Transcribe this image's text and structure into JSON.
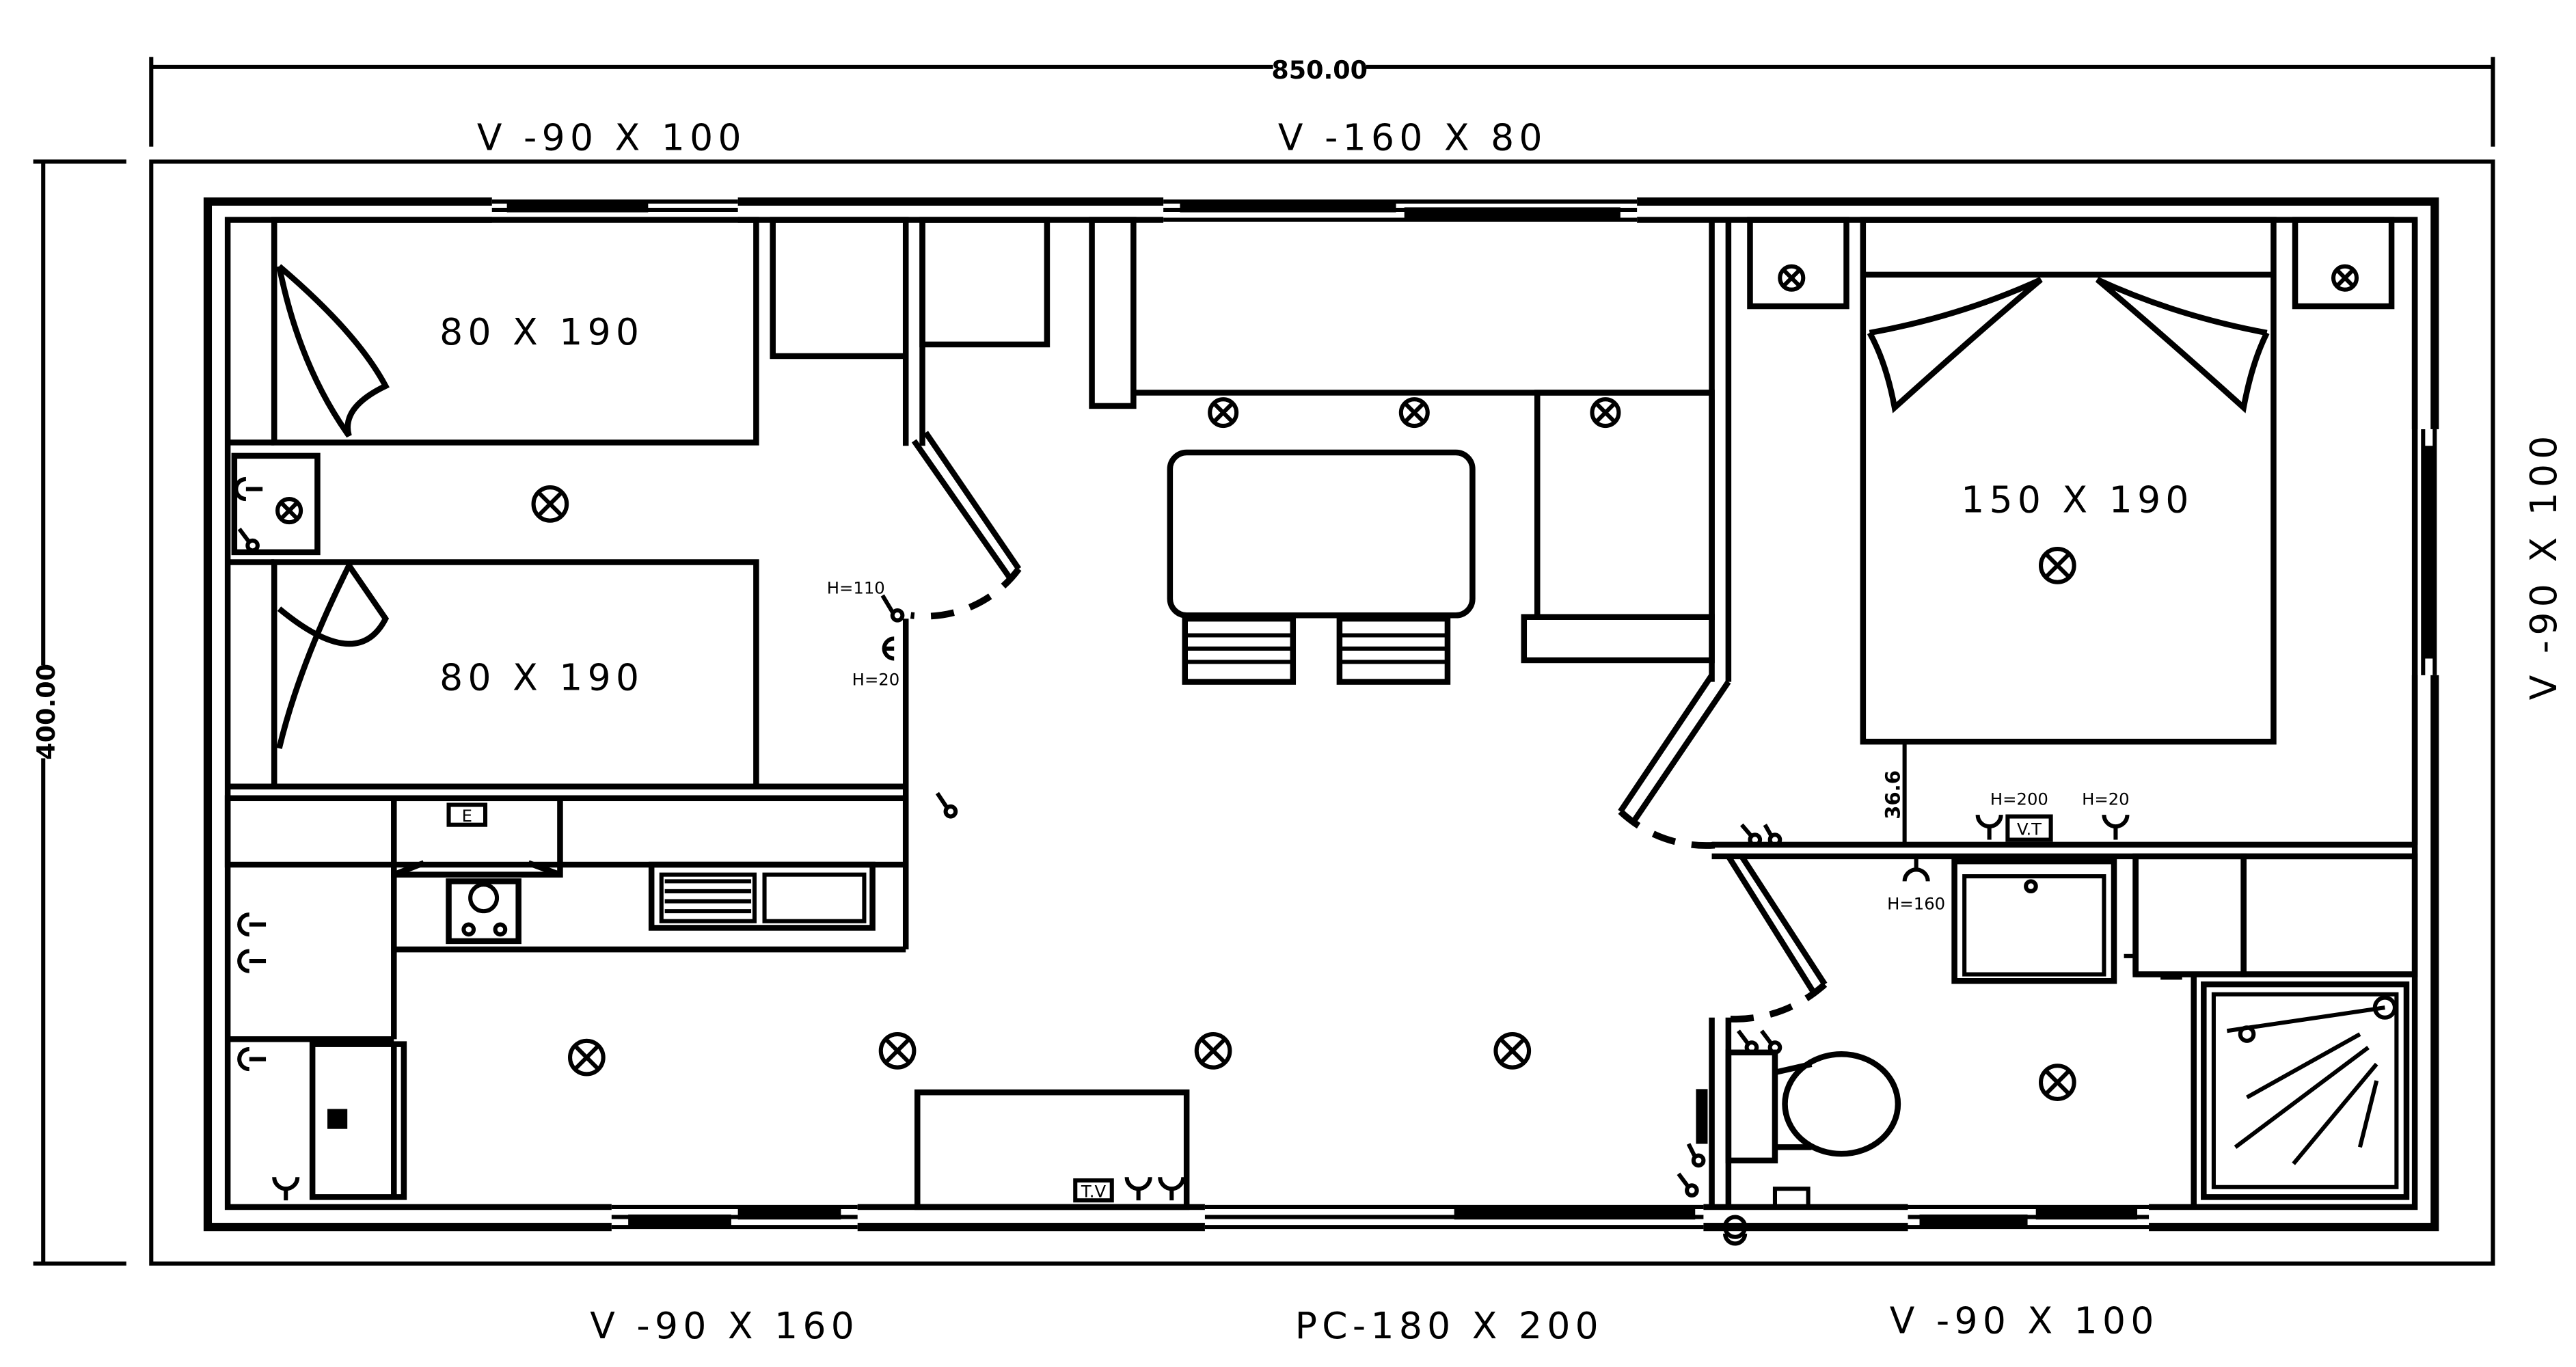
{
  "dimensions": {
    "overall_width": "850.00",
    "overall_height": "400.00"
  },
  "openings": {
    "top_left_window": "V -90 X 100",
    "top_center_window": "V -160 X 80",
    "right_window": "V -90 X 100",
    "bottom_left_window": "V -90 X 160",
    "bottom_center_door": "PC-180 X 200",
    "bottom_right_window": "V -90 X 100"
  },
  "beds": {
    "single_top": "80 X 190",
    "single_bottom": "80 X 190",
    "double": "150 X 190"
  },
  "annotations": {
    "switch_height_1": "H=110",
    "socket_height_1": "H=20",
    "socket_height_2": "H=200",
    "socket_height_3": "H=20",
    "socket_height_4": "H=160",
    "dimension_36": "36.6",
    "vt_label": "V.T",
    "tv_label": "T.V",
    "e_label": "E"
  }
}
